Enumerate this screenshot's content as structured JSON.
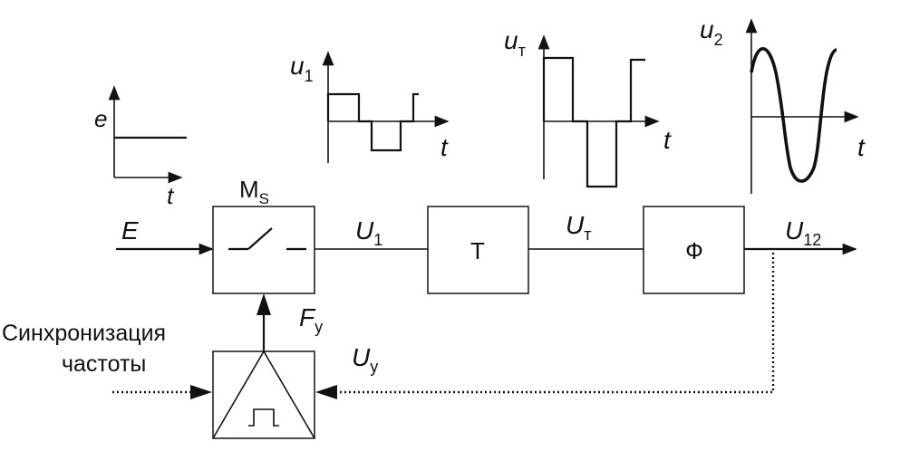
{
  "graphs": {
    "e": {
      "y_label": "e",
      "x_label": "t"
    },
    "u1": {
      "y_label": "u",
      "y_sub": "1",
      "x_label": "t"
    },
    "ut": {
      "y_label": "u",
      "y_sub": "т",
      "x_label": "t"
    },
    "u2": {
      "y_label": "u",
      "y_sub": "2",
      "x_label": "t"
    }
  },
  "blocks": {
    "modulator": {
      "label": "M",
      "sub": "S"
    },
    "transformer": {
      "label": "Т"
    },
    "filter": {
      "label": "Ф"
    },
    "generator": {
      "symbol": "⎍"
    }
  },
  "signals": {
    "input_E": {
      "label": "E"
    },
    "U1": {
      "label": "U",
      "sub": "1"
    },
    "Ut": {
      "label": "U",
      "sub": "т"
    },
    "U12": {
      "label": "U",
      "sub": "12"
    },
    "Fy": {
      "label": "F",
      "sub": "у"
    },
    "Uy": {
      "label": "U",
      "sub": "у"
    }
  },
  "sync_label": {
    "line1": "Синхронизация",
    "line2": "частоты"
  }
}
